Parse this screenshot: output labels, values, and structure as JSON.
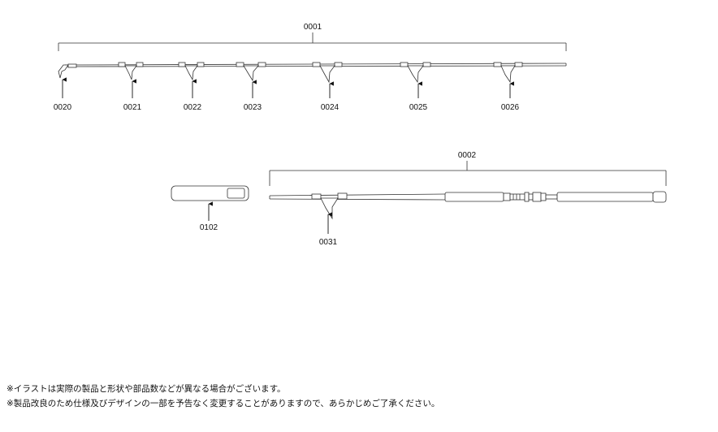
{
  "parts": {
    "tip_section": "0001",
    "butt_section": "0002",
    "tip_top": "0020",
    "guides_tip": [
      "0021",
      "0022",
      "0023",
      "0024",
      "0025",
      "0026"
    ],
    "guide_butt": "0031",
    "rod_case_item": "0102"
  },
  "notes": [
    "※イラストは実際の製品と形状や部品数などが異なる場合がございます。",
    "※製品改良のため仕様及びデザインの一部を予告なく変更することがありますので、あらかじめご了承ください。"
  ]
}
